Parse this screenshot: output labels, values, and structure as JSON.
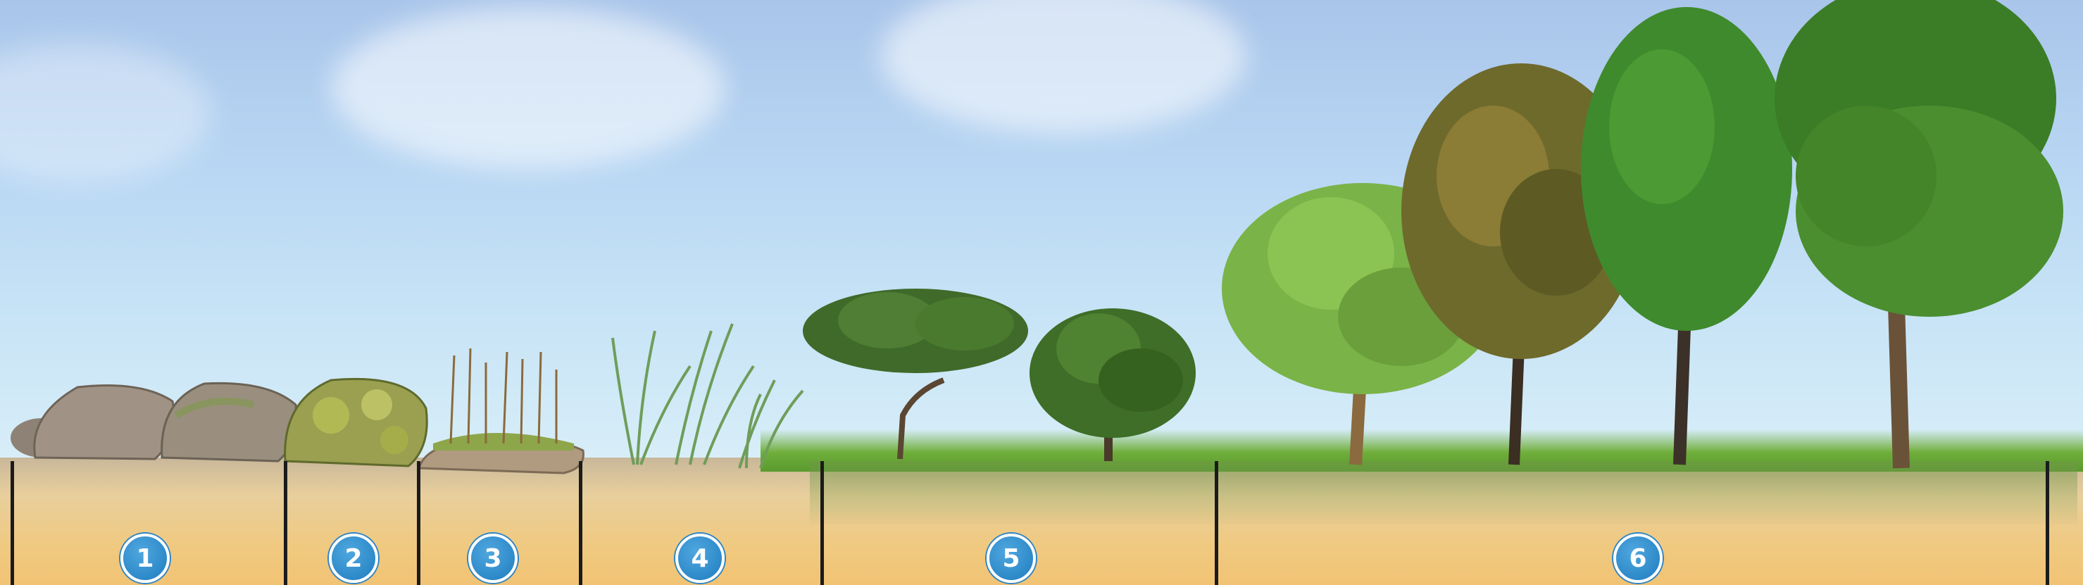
{
  "zones": [
    {
      "number": "1",
      "content": "bare-rocks"
    },
    {
      "number": "2",
      "content": "lichen-covered-rock"
    },
    {
      "number": "3",
      "content": "moss-on-rock"
    },
    {
      "number": "4",
      "content": "grasses"
    },
    {
      "number": "5",
      "content": "shrubs"
    },
    {
      "number": "6",
      "content": "trees"
    }
  ],
  "colors": {
    "sky": "#b8d6f3",
    "ground": "#f0c980",
    "grass": "#6fae3a",
    "divider": "#1b1b1b",
    "badge": "#2d86c8"
  }
}
